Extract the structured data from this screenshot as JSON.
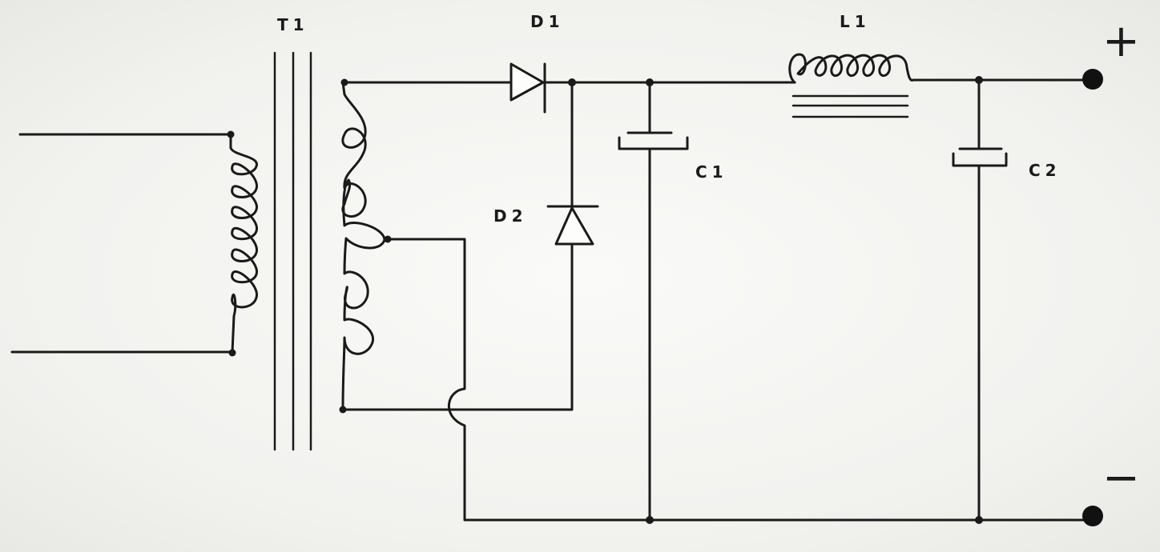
{
  "labels": {
    "transformer": "T1",
    "diode1": "D1",
    "diode2": "D2",
    "inductor": "L1",
    "cap1": "C1",
    "cap2": "C2",
    "positive": "+",
    "negative": "−"
  },
  "colors": {
    "ink": "#1a1a1a",
    "paper": "#f4f4f2"
  }
}
